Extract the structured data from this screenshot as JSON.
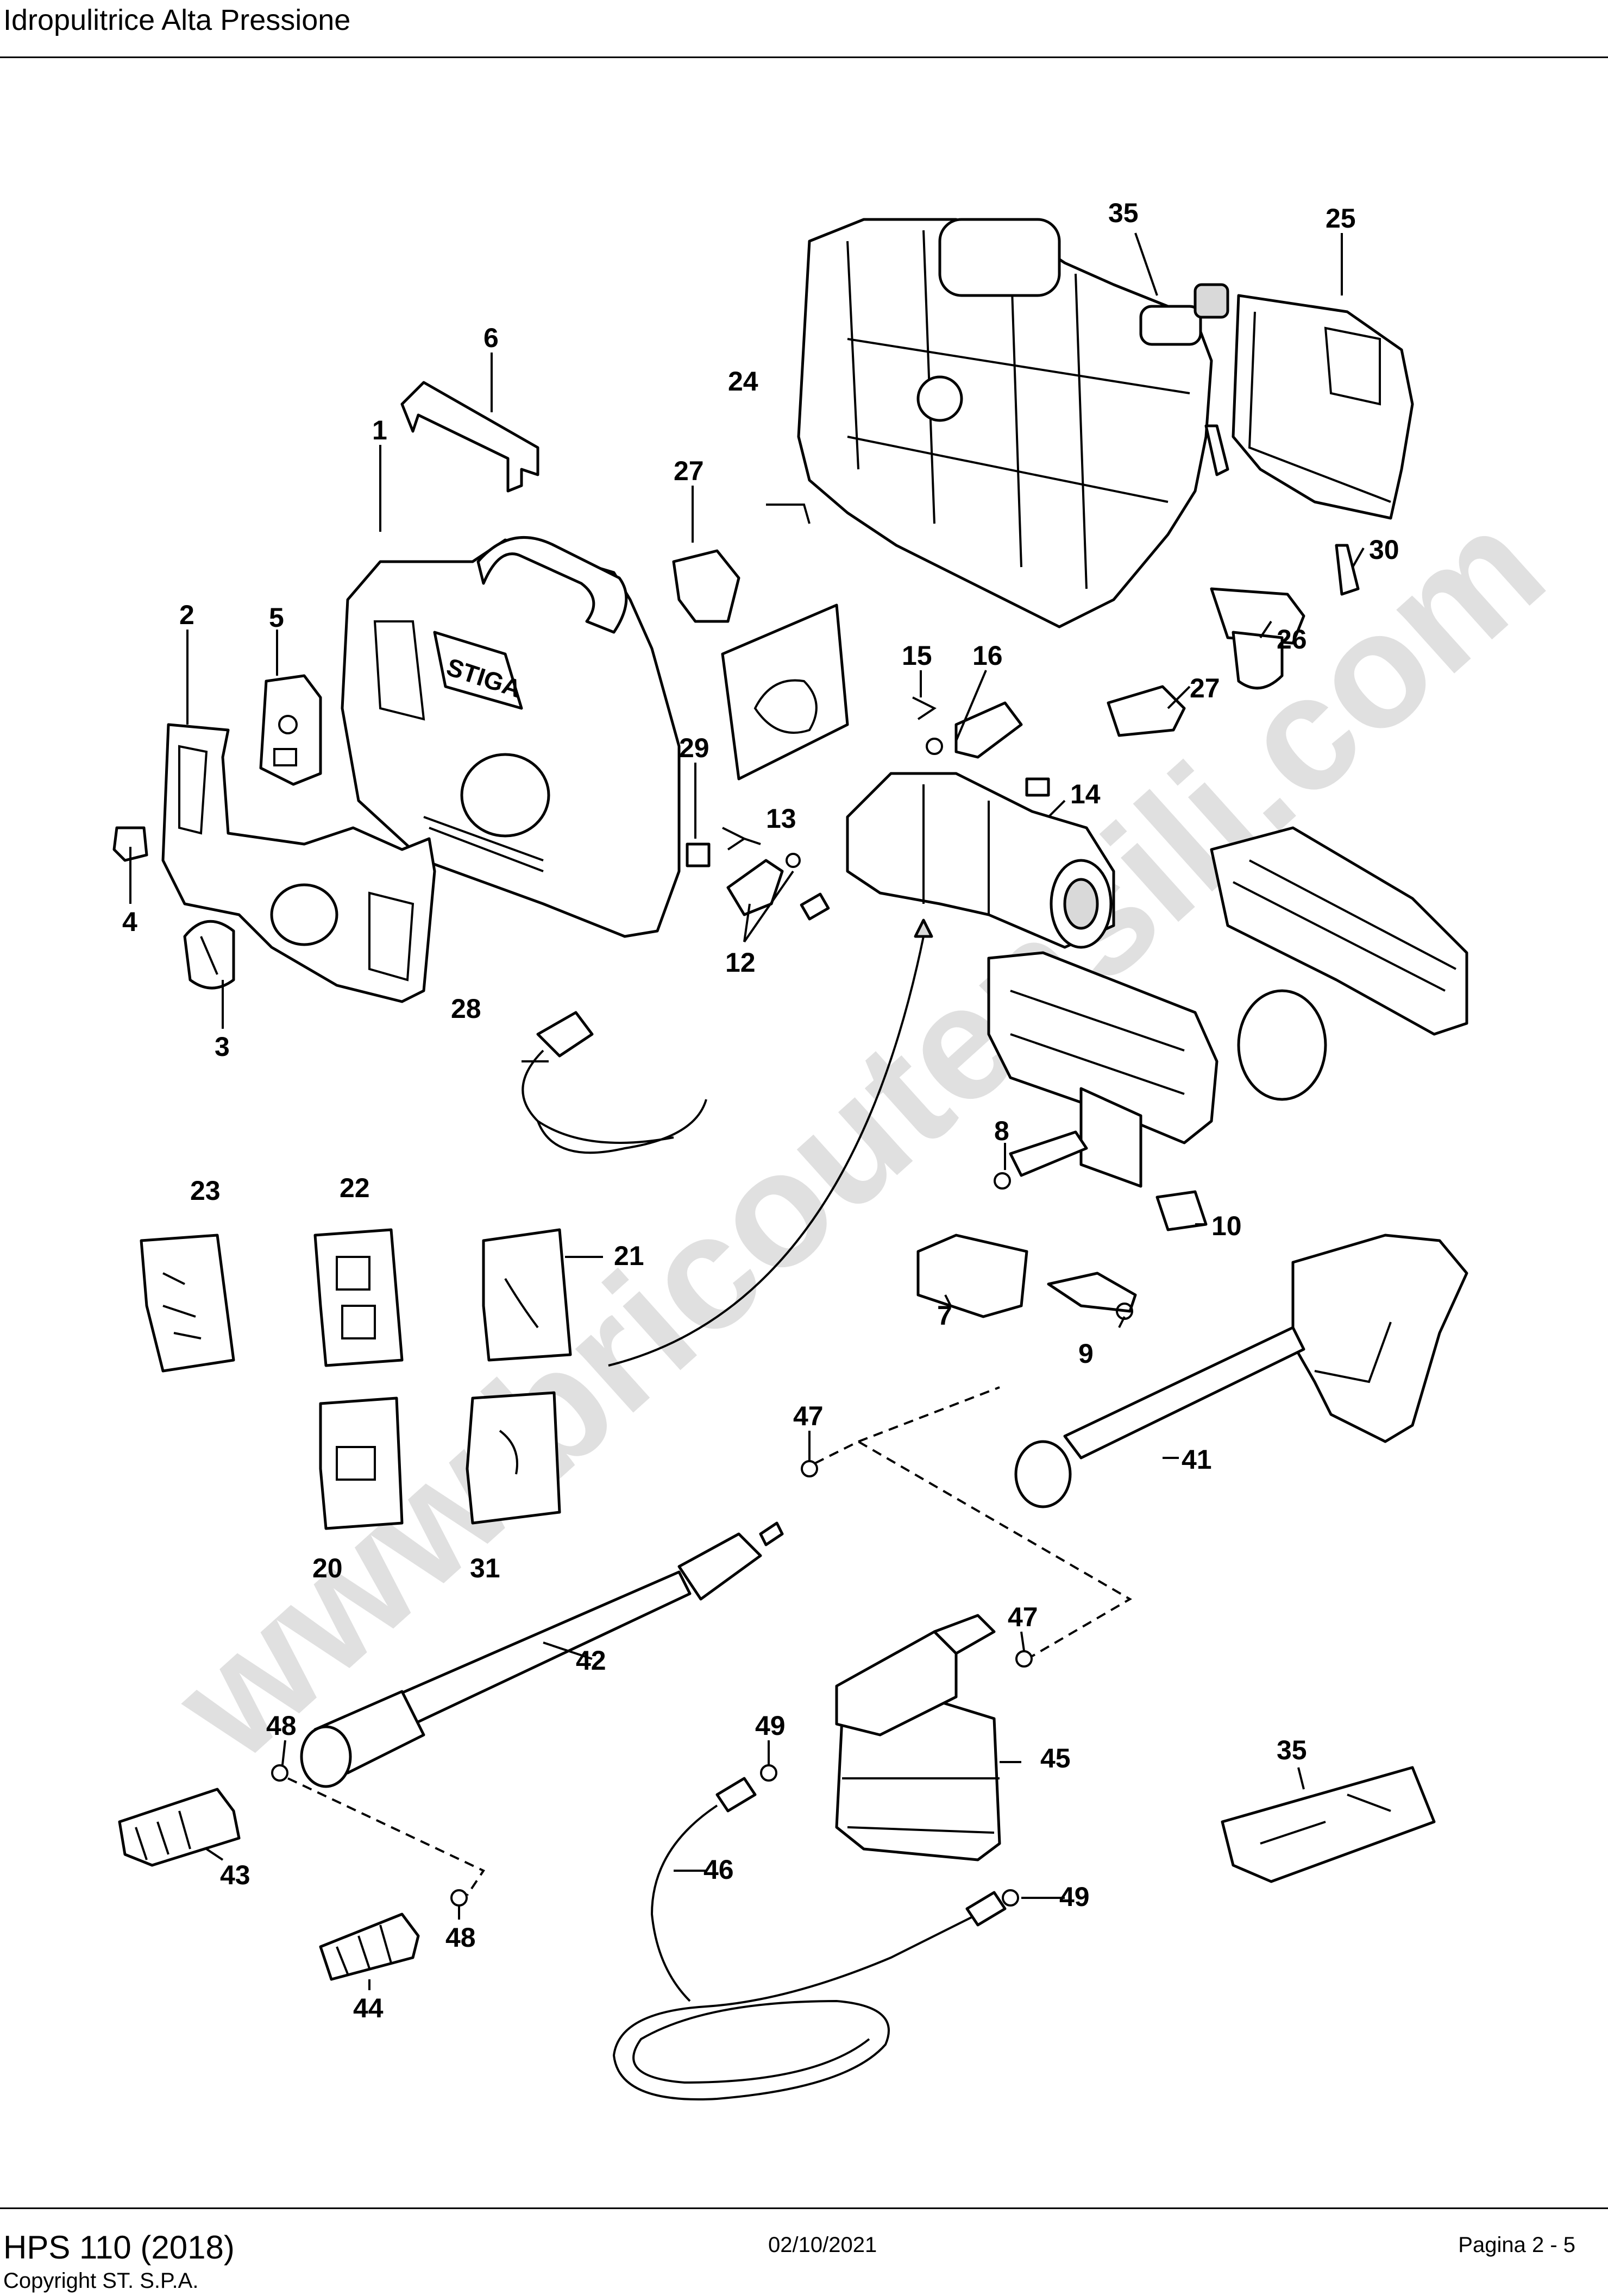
{
  "header": {
    "title": "Idropulitrice Alta Pressione"
  },
  "footer": {
    "model": "HPS 110 (2018)",
    "copyright": "Copyright ST. S.P.A.",
    "date": "02/10/2021",
    "page": "Pagina 2 - 5"
  },
  "watermark": "www.bricoutensili.com",
  "brand_logo": "STIGA",
  "callouts": {
    "c1": "1",
    "c2": "2",
    "c3": "3",
    "c4": "4",
    "c5": "5",
    "c6": "6",
    "c7": "7",
    "c8": "8",
    "c9": "9",
    "c10": "10",
    "c12": "12",
    "c13": "13",
    "c14": "14",
    "c15": "15",
    "c16": "16",
    "c20": "20",
    "c21": "21",
    "c22": "22",
    "c23": "23",
    "c24": "24",
    "c25": "25",
    "c26": "26",
    "c27a": "27",
    "c27b": "27",
    "c28": "28",
    "c29": "29",
    "c30": "30",
    "c31": "31",
    "c35a": "35",
    "c35b": "35",
    "c41": "41",
    "c42": "42",
    "c43": "43",
    "c44": "44",
    "c45": "45",
    "c46": "46",
    "c47a": "47",
    "c47b": "47",
    "c48a": "48",
    "c48b": "48",
    "c49a": "49",
    "c49b": "49"
  }
}
